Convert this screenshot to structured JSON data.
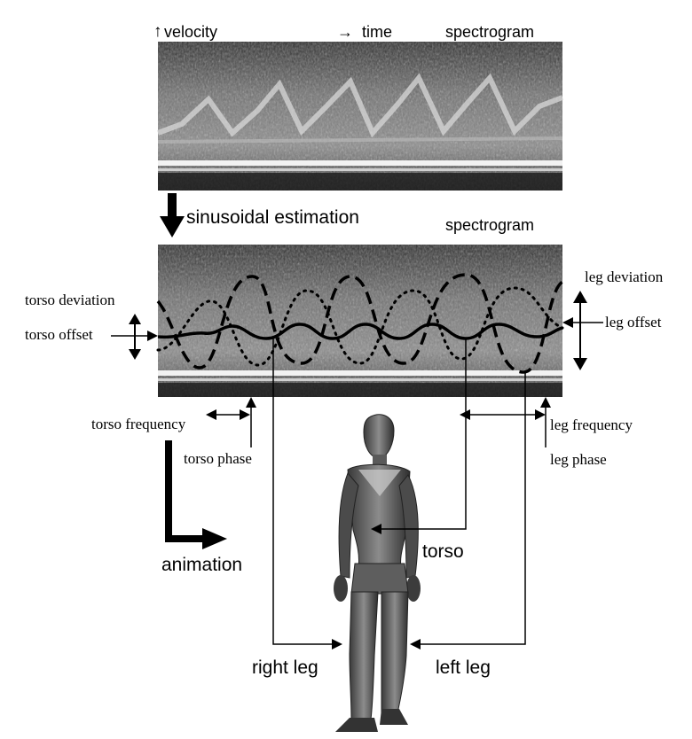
{
  "top": {
    "velocity_label": "velocity",
    "time_label": "time",
    "spectrogram_label": "spectrogram"
  },
  "middle": {
    "step_label": "sinusoidal estimation",
    "spectrogram_label": "spectrogram"
  },
  "annotations": {
    "torso_deviation": "torso deviation",
    "torso_offset": "torso offset",
    "torso_frequency": "torso frequency",
    "torso_phase": "torso phase",
    "leg_deviation": "leg deviation",
    "leg_offset": "leg offset",
    "leg_frequency": "leg frequency",
    "leg_phase": "leg phase"
  },
  "figure": {
    "animation_label": "animation",
    "torso_label": "torso",
    "right_leg_label": "right leg",
    "left_leg_label": "left leg"
  },
  "colors": {
    "ink": "#000000",
    "spectrogram_dark": "#1e1e1e",
    "spectrogram_light": "#e6e6e6",
    "figure_shade": "#5a5a5a"
  }
}
